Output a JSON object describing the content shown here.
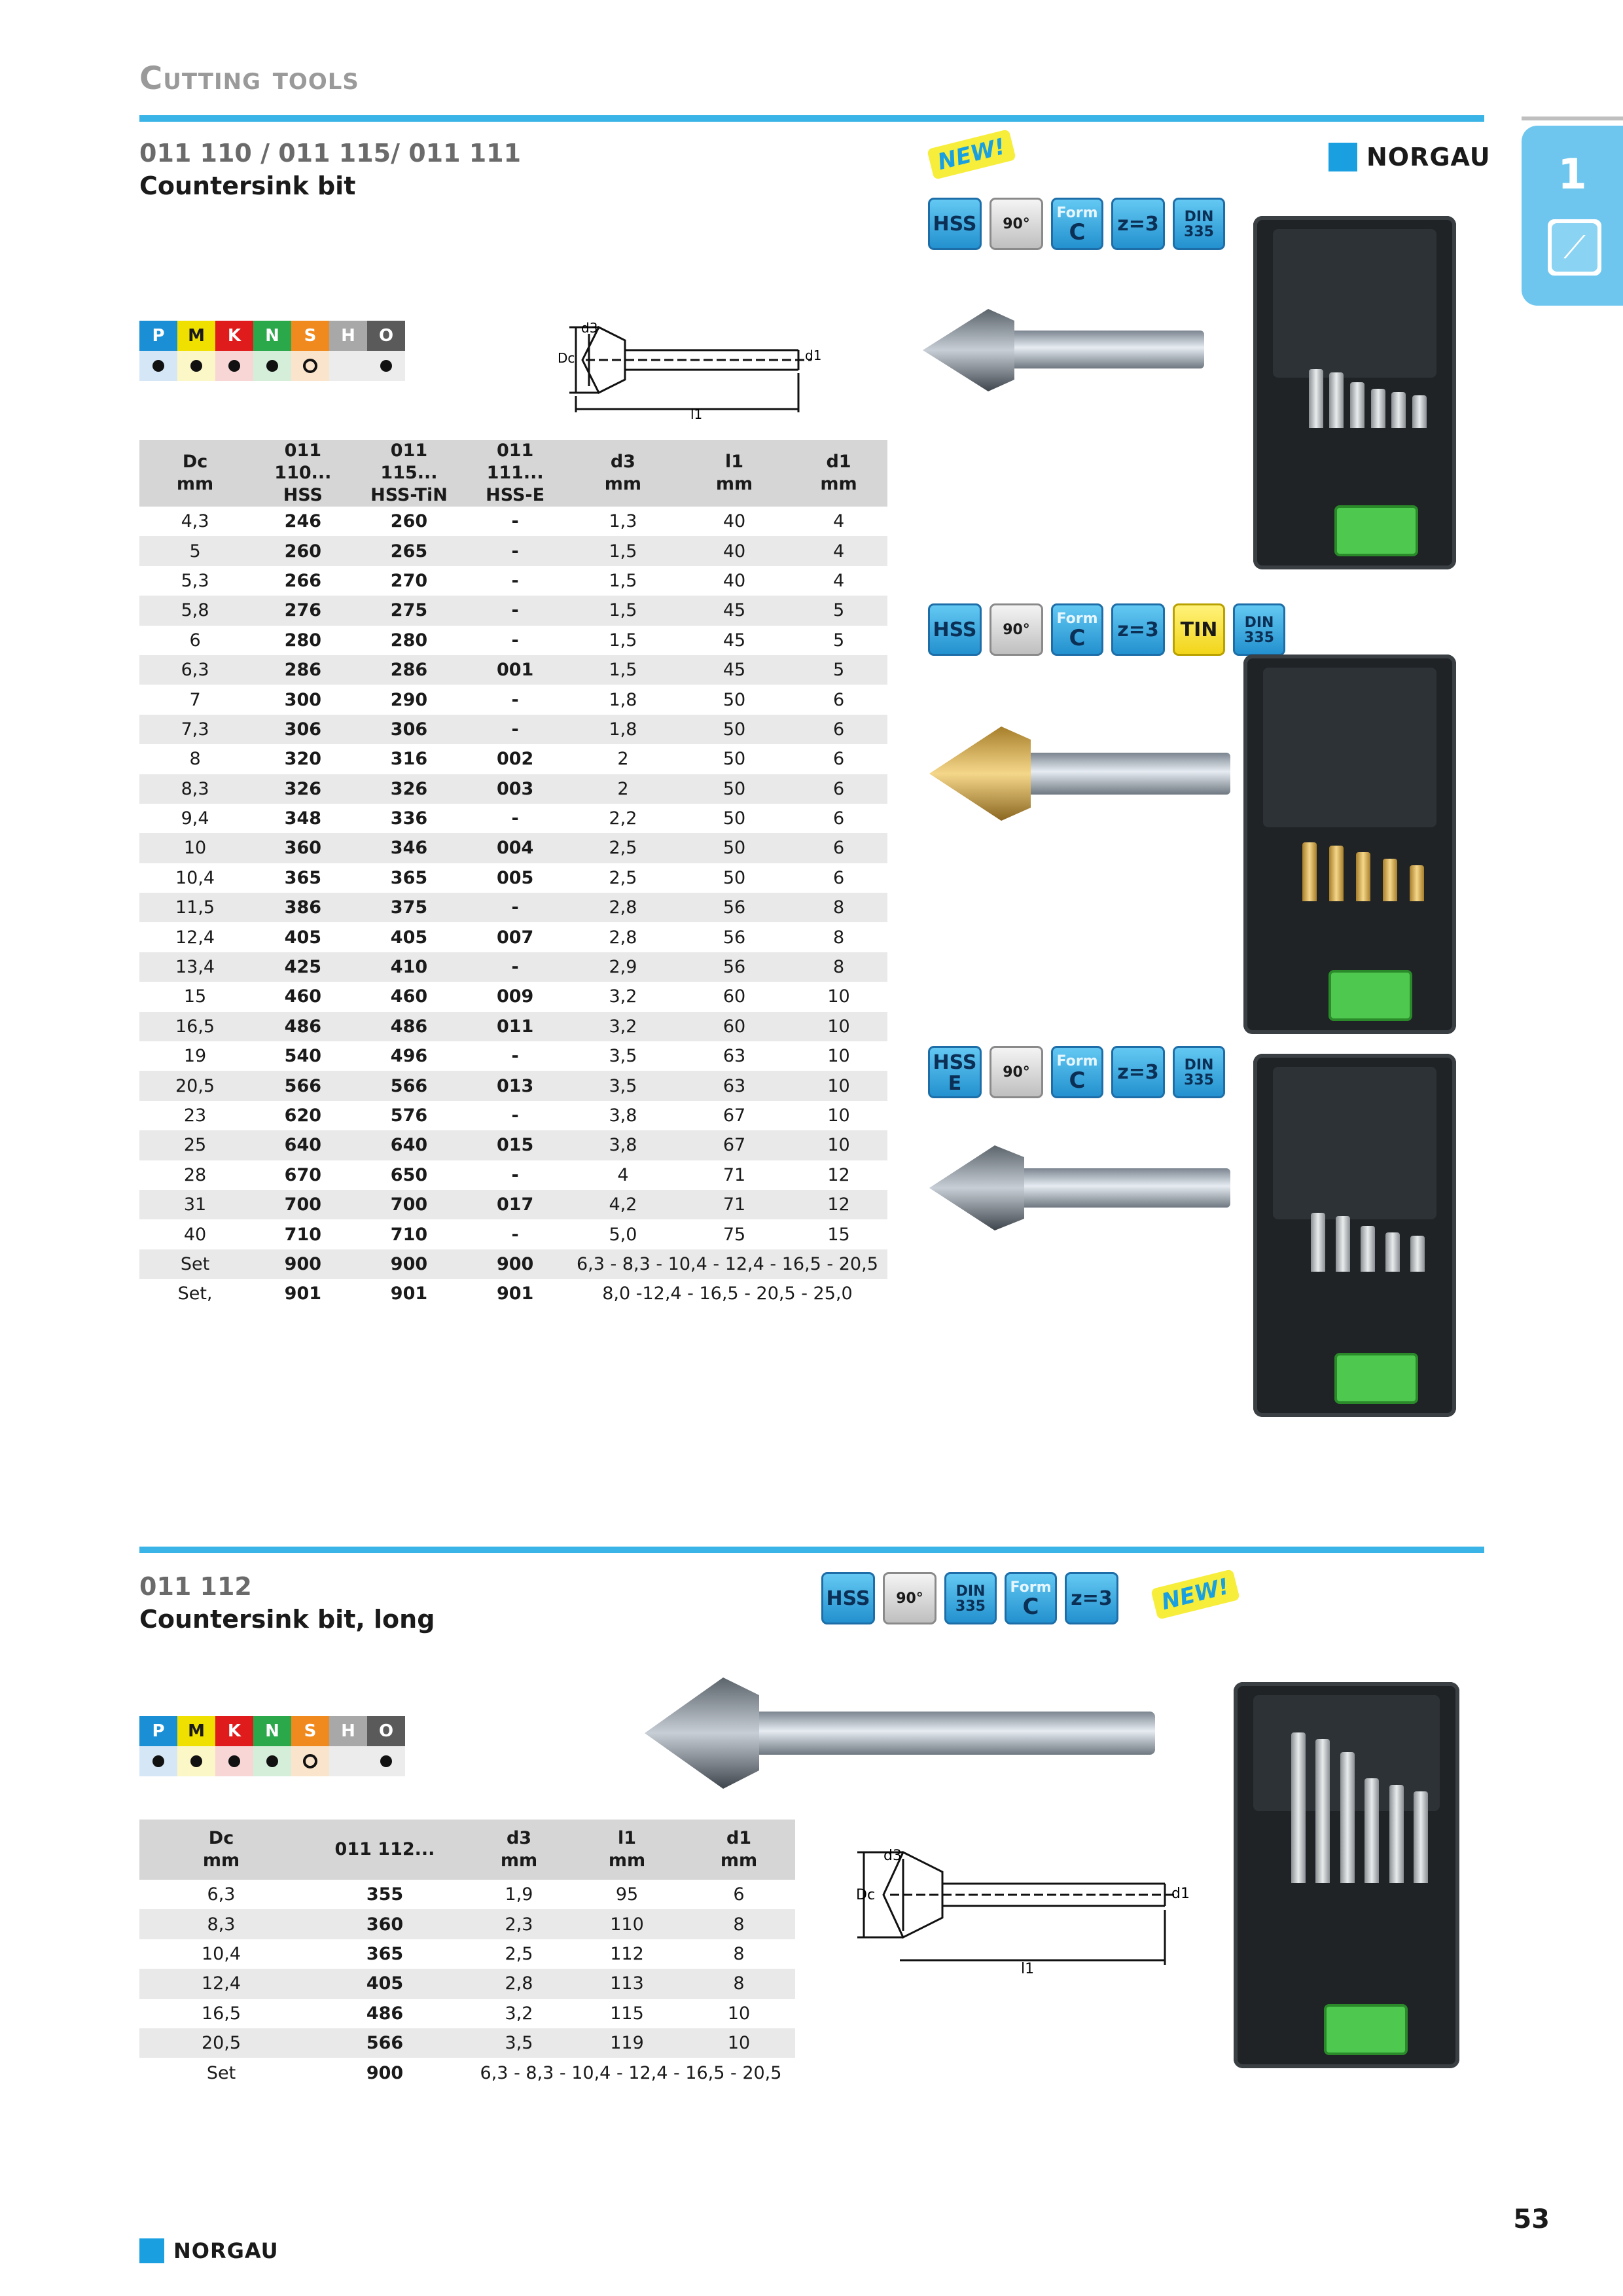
{
  "header": {
    "title": "Cutting tools"
  },
  "brand": {
    "name": "NORGAU"
  },
  "side_tab": {
    "number": "1",
    "icon": "drill-bit-icon"
  },
  "section1": {
    "codes": "011 110 / 011 115/ 011 111",
    "name": "Countersink bit",
    "new_label": "NEW!",
    "materials": {
      "letters": [
        "P",
        "M",
        "K",
        "N",
        "S",
        "H",
        "O"
      ],
      "colors": [
        "#1a8fd6",
        "#f0e000",
        "#e01b1b",
        "#2aa84a",
        "#f08a1e",
        "#a8a8a8",
        "#5a5a5a"
      ],
      "marks": [
        "dot",
        "dot",
        "dot",
        "dot",
        "ring",
        "",
        "dot"
      ]
    },
    "drawing_labels": {
      "d3": "d3",
      "dc": "Dc",
      "d1": "d1",
      "l1": "l1"
    },
    "table": {
      "headers": [
        {
          "l1": "Dc",
          "l2": "mm"
        },
        {
          "l1": "011 110...",
          "l2": "HSS"
        },
        {
          "l1": "011 115...",
          "l2": "HSS-TiN"
        },
        {
          "l1": "011 111...",
          "l2": "HSS-E"
        },
        {
          "l1": "d3",
          "l2": "mm"
        },
        {
          "l1": "l1",
          "l2": "mm"
        },
        {
          "l1": "d1",
          "l2": "mm"
        }
      ],
      "rows": [
        [
          "4,3",
          "246",
          "260",
          "-",
          "1,3",
          "40",
          "4"
        ],
        [
          "5",
          "260",
          "265",
          "-",
          "1,5",
          "40",
          "4"
        ],
        [
          "5,3",
          "266",
          "270",
          "-",
          "1,5",
          "40",
          "4"
        ],
        [
          "5,8",
          "276",
          "275",
          "-",
          "1,5",
          "45",
          "5"
        ],
        [
          "6",
          "280",
          "280",
          "-",
          "1,5",
          "45",
          "5"
        ],
        [
          "6,3",
          "286",
          "286",
          "001",
          "1,5",
          "45",
          "5"
        ],
        [
          "7",
          "300",
          "290",
          "-",
          "1,8",
          "50",
          "6"
        ],
        [
          "7,3",
          "306",
          "306",
          "-",
          "1,8",
          "50",
          "6"
        ],
        [
          "8",
          "320",
          "316",
          "002",
          "2",
          "50",
          "6"
        ],
        [
          "8,3",
          "326",
          "326",
          "003",
          "2",
          "50",
          "6"
        ],
        [
          "9,4",
          "348",
          "336",
          "-",
          "2,2",
          "50",
          "6"
        ],
        [
          "10",
          "360",
          "346",
          "004",
          "2,5",
          "50",
          "6"
        ],
        [
          "10,4",
          "365",
          "365",
          "005",
          "2,5",
          "50",
          "6"
        ],
        [
          "11,5",
          "386",
          "375",
          "-",
          "2,8",
          "56",
          "8"
        ],
        [
          "12,4",
          "405",
          "405",
          "007",
          "2,8",
          "56",
          "8"
        ],
        [
          "13,4",
          "425",
          "410",
          "-",
          "2,9",
          "56",
          "8"
        ],
        [
          "15",
          "460",
          "460",
          "009",
          "3,2",
          "60",
          "10"
        ],
        [
          "16,5",
          "486",
          "486",
          "011",
          "3,2",
          "60",
          "10"
        ],
        [
          "19",
          "540",
          "496",
          "-",
          "3,5",
          "63",
          "10"
        ],
        [
          "20,5",
          "566",
          "566",
          "013",
          "3,5",
          "63",
          "10"
        ],
        [
          "23",
          "620",
          "576",
          "-",
          "3,8",
          "67",
          "10"
        ],
        [
          "25",
          "640",
          "640",
          "015",
          "3,8",
          "67",
          "10"
        ],
        [
          "28",
          "670",
          "650",
          "-",
          "4",
          "71",
          "12"
        ],
        [
          "31",
          "700",
          "700",
          "017",
          "4,2",
          "71",
          "12"
        ],
        [
          "40",
          "710",
          "710",
          "-",
          "5,0",
          "75",
          "15"
        ]
      ],
      "set_rows": [
        [
          "Set",
          "900",
          "900",
          "900",
          "6,3 - 8,3 - 10,4 - 12,4 - 16,5 - 20,5"
        ],
        [
          "Set,",
          "901",
          "901",
          "901",
          "8,0 -12,4 - 16,5 - 20,5 - 25,0"
        ]
      ]
    },
    "badge_rows": [
      [
        {
          "t1": "HSS",
          "t2": ""
        },
        {
          "t1": "90°",
          "t2": ""
        },
        {
          "t1": "Form",
          "t2": "C"
        },
        {
          "t1": "z=3",
          "t2": ""
        },
        {
          "t1": "DIN",
          "t2": "335"
        }
      ],
      [
        {
          "t1": "HSS",
          "t2": ""
        },
        {
          "t1": "90°",
          "t2": ""
        },
        {
          "t1": "Form",
          "t2": "C"
        },
        {
          "t1": "z=3",
          "t2": ""
        },
        {
          "t1": "TIN",
          "t2": ""
        },
        {
          "t1": "DIN",
          "t2": "335"
        }
      ],
      [
        {
          "t1": "HSS",
          "t2": "E"
        },
        {
          "t1": "90°",
          "t2": ""
        },
        {
          "t1": "Form",
          "t2": "C"
        },
        {
          "t1": "z=3",
          "t2": ""
        },
        {
          "t1": "DIN",
          "t2": "335"
        }
      ]
    ]
  },
  "section2": {
    "code": "011 112",
    "name": "Countersink bit, long",
    "new_label": "NEW!",
    "badges": [
      {
        "t1": "HSS",
        "t2": ""
      },
      {
        "t1": "90°",
        "t2": ""
      },
      {
        "t1": "DIN",
        "t2": "335"
      },
      {
        "t1": "Form",
        "t2": "C"
      },
      {
        "t1": "z=3",
        "t2": ""
      }
    ],
    "table": {
      "headers": [
        {
          "l1": "Dc",
          "l2": "mm"
        },
        {
          "l1": "011 112...",
          "l2": ""
        },
        {
          "l1": "d3",
          "l2": "mm"
        },
        {
          "l1": "l1",
          "l2": "mm"
        },
        {
          "l1": "d1",
          "l2": "mm"
        }
      ],
      "rows": [
        [
          "6,3",
          "355",
          "1,9",
          "95",
          "6"
        ],
        [
          "8,3",
          "360",
          "2,3",
          "110",
          "8"
        ],
        [
          "10,4",
          "365",
          "2,5",
          "112",
          "8"
        ],
        [
          "12,4",
          "405",
          "2,8",
          "113",
          "8"
        ],
        [
          "16,5",
          "486",
          "3,2",
          "115",
          "10"
        ],
        [
          "20,5",
          "566",
          "3,5",
          "119",
          "10"
        ]
      ],
      "set_row": [
        "Set",
        "900",
        "6,3 - 8,3 - 10,4 - 12,4 - 16,5 - 20,5"
      ]
    }
  },
  "footer": {
    "brand": "NORGAU",
    "page_number": "53"
  }
}
